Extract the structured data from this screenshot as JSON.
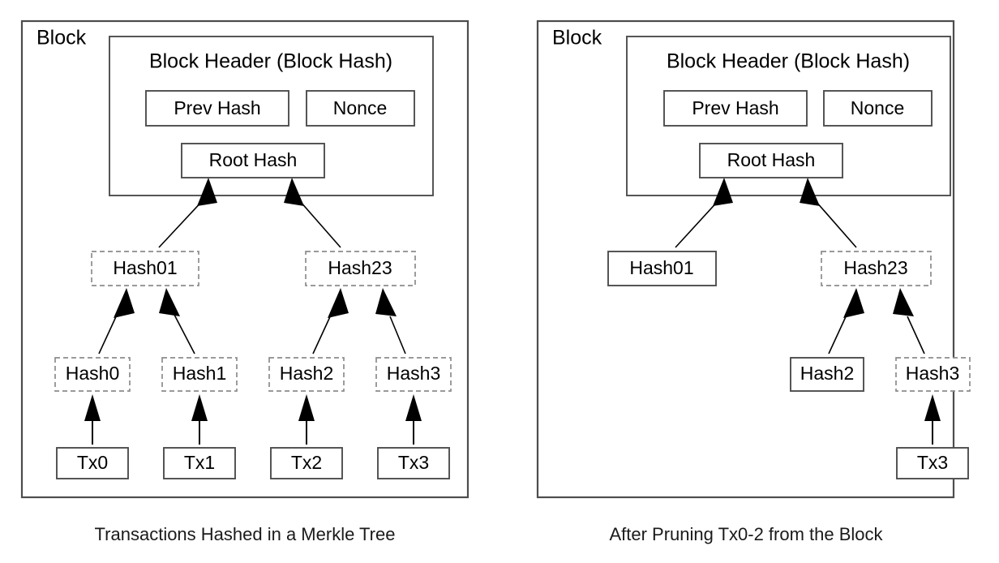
{
  "figure": {
    "title": "Merkle Tree Block Pruning Diagram",
    "background_color": "#ffffff",
    "line_color": "#000000",
    "frame_color": "#4d4d4d",
    "dashed_color": "#8c8c8c"
  },
  "panels": [
    {
      "id": "left",
      "frame_label": "Block",
      "caption": "Transactions Hashed in a Merkle Tree",
      "header": {
        "title": "Block Header (Block Hash)",
        "fields": [
          {
            "label": "Prev Hash",
            "style": "solid"
          },
          {
            "label": "Nonce",
            "style": "solid"
          },
          {
            "label": "Root Hash",
            "style": "solid"
          }
        ]
      },
      "tree": {
        "level_hash_pairs": [
          {
            "label": "Hash01",
            "style": "dashed"
          },
          {
            "label": "Hash23",
            "style": "dashed"
          }
        ],
        "level_hash_leaves": [
          {
            "label": "Hash0",
            "style": "dashed"
          },
          {
            "label": "Hash1",
            "style": "dashed"
          },
          {
            "label": "Hash2",
            "style": "dashed"
          },
          {
            "label": "Hash3",
            "style": "dashed"
          }
        ],
        "level_transactions": [
          {
            "label": "Tx0",
            "style": "solid"
          },
          {
            "label": "Tx1",
            "style": "solid"
          },
          {
            "label": "Tx2",
            "style": "solid"
          },
          {
            "label": "Tx3",
            "style": "solid"
          }
        ]
      }
    },
    {
      "id": "right",
      "frame_label": "Block",
      "caption": "After Pruning Tx0-2 from the Block",
      "header": {
        "title": "Block Header (Block Hash)",
        "fields": [
          {
            "label": "Prev Hash",
            "style": "solid"
          },
          {
            "label": "Nonce",
            "style": "solid"
          },
          {
            "label": "Root Hash",
            "style": "solid"
          }
        ]
      },
      "tree": {
        "level_hash_pairs": [
          {
            "label": "Hash01",
            "style": "solid"
          },
          {
            "label": "Hash23",
            "style": "dashed"
          }
        ],
        "level_hash_leaves": [
          {
            "label": "Hash2",
            "style": "solid"
          },
          {
            "label": "Hash3",
            "style": "dashed"
          }
        ],
        "level_transactions": [
          {
            "label": "Tx3",
            "style": "solid"
          }
        ]
      }
    }
  ],
  "labels": {
    "left_panel_frame": "Block",
    "left_header_title": "Block Header (Block Hash)",
    "left_prev_hash": "Prev Hash",
    "left_nonce": "Nonce",
    "left_root_hash": "Root Hash",
    "left_hash01": "Hash01",
    "left_hash23": "Hash23",
    "left_hash0": "Hash0",
    "left_hash1": "Hash1",
    "left_hash2": "Hash2",
    "left_hash3": "Hash3",
    "left_tx0": "Tx0",
    "left_tx1": "Tx1",
    "left_tx2": "Tx2",
    "left_tx3": "Tx3",
    "left_caption": "Transactions Hashed in a Merkle Tree",
    "right_panel_frame": "Block",
    "right_header_title": "Block Header (Block Hash)",
    "right_prev_hash": "Prev Hash",
    "right_nonce": "Nonce",
    "right_root_hash": "Root Hash",
    "right_hash01": "Hash01",
    "right_hash23": "Hash23",
    "right_hash2": "Hash2",
    "right_hash3": "Hash3",
    "right_tx3": "Tx3",
    "right_caption": "After Pruning Tx0-2 from the Block"
  }
}
